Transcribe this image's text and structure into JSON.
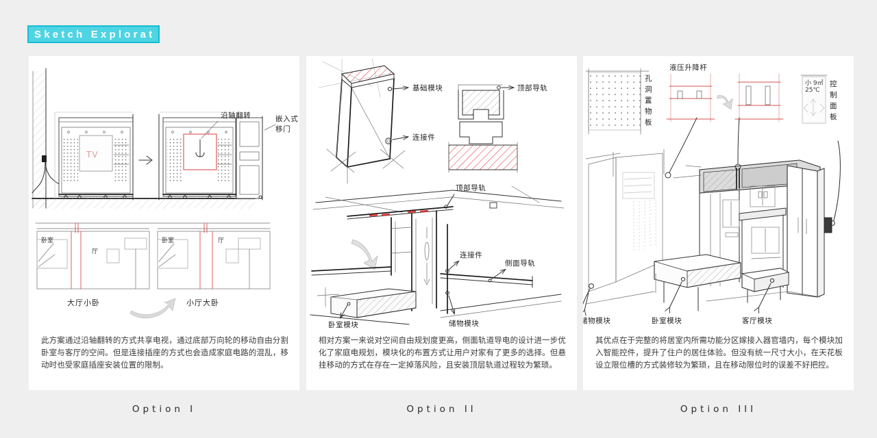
{
  "header": {
    "title": "Sketch Explorat",
    "badge_color": "#4ed4e2",
    "badge_border_color": "#17bcd0",
    "title_color": "#ffffff"
  },
  "page": {
    "background_color": "#efefef",
    "panel_background_color": "#ffffff"
  },
  "panels": [
    {
      "id": "option-1",
      "option_label": "Option I",
      "caption": "此方案通过沿轴翻转的方式共享电视，通过底部万向轮的移动自由分割卧室与客厅的空间。但是连接插座的方式也会造成家庭电路的混乱，移动时也受家庭插座安装位置的限制。",
      "annotations": {
        "flip_axis": "沿轴翻转",
        "sliding_door": "嵌入式移门",
        "tv": "TV",
        "plan_left": "大厅小卧",
        "plan_right": "小厅大卧",
        "room_bedroom_left": "卧室",
        "room_hall_left": "厅",
        "room_bedroom_right": "卧室",
        "room_hall_right": "厅"
      }
    },
    {
      "id": "option-2",
      "option_label": "Option II",
      "caption": "相对方案一来说对空间自由规划度更高，侧面轨道导电的设计进一步优化了家庭电规划，模块化的布置方式让用户对家有了更多的选择。但悬挂移动的方式在存在一定掉落风险，且安装顶层轨道过程较为繁琐。",
      "annotations": {
        "base_module": "基础模块",
        "connector_top": "连接件",
        "top_rail_detail": "顶部导轨",
        "top_rail": "顶部导轨",
        "connector": "连接件",
        "side_rail": "侧面导轨",
        "bedroom_module": "卧室模块",
        "storage_module": "储物模块"
      }
    },
    {
      "id": "option-3",
      "option_label": "Option III",
      "caption": "其优点在于完整的将居室内所需功能分区嫁接入器官墙内，每个模块加入智能控件，提升了住户的居住体验。但没有统一尺寸大小，在天花板设立限位槽的方式装修较为繁琐，且在移动限位时的误差不好把控。",
      "annotations": {
        "perforated_board": "孔洞置物板",
        "hydraulic_lift": "液压升降杆",
        "control_panel": "控制面板",
        "storage_module": "储物模块",
        "bedroom_module": "卧室模块",
        "living_module": "客厅模块"
      }
    }
  ]
}
